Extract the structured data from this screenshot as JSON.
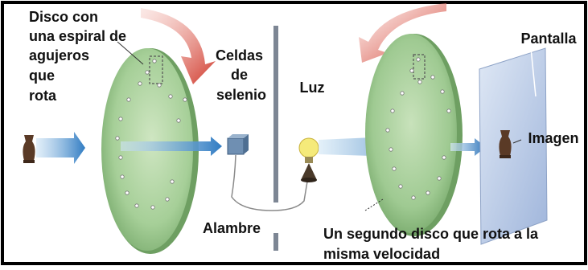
{
  "labels": {
    "disk1": [
      "Disco con",
      "una espiral de",
      "agujeros",
      "que",
      "rota"
    ],
    "cells": [
      "Celdas",
      "de",
      "selenio"
    ],
    "light": "Luz",
    "screen": "Pantalla",
    "image": "Imagen",
    "wire": "Alambre",
    "disk2": [
      "Un segundo disco que rota a la",
      "misma velocidad"
    ]
  },
  "colors": {
    "border": "#000000",
    "disk_fill": "#a6cf98",
    "disk_edge": "#6e9f62",
    "beam": "#3b86c9",
    "rotation_arrow": "#d43a2e",
    "screen": "#b9c9e4",
    "vase": "#5a3a26",
    "bulb": "#f5ea7a"
  },
  "icons": {
    "vase": "vase-icon",
    "bulb": "light-bulb-icon",
    "cell": "selenium-cell-icon"
  }
}
